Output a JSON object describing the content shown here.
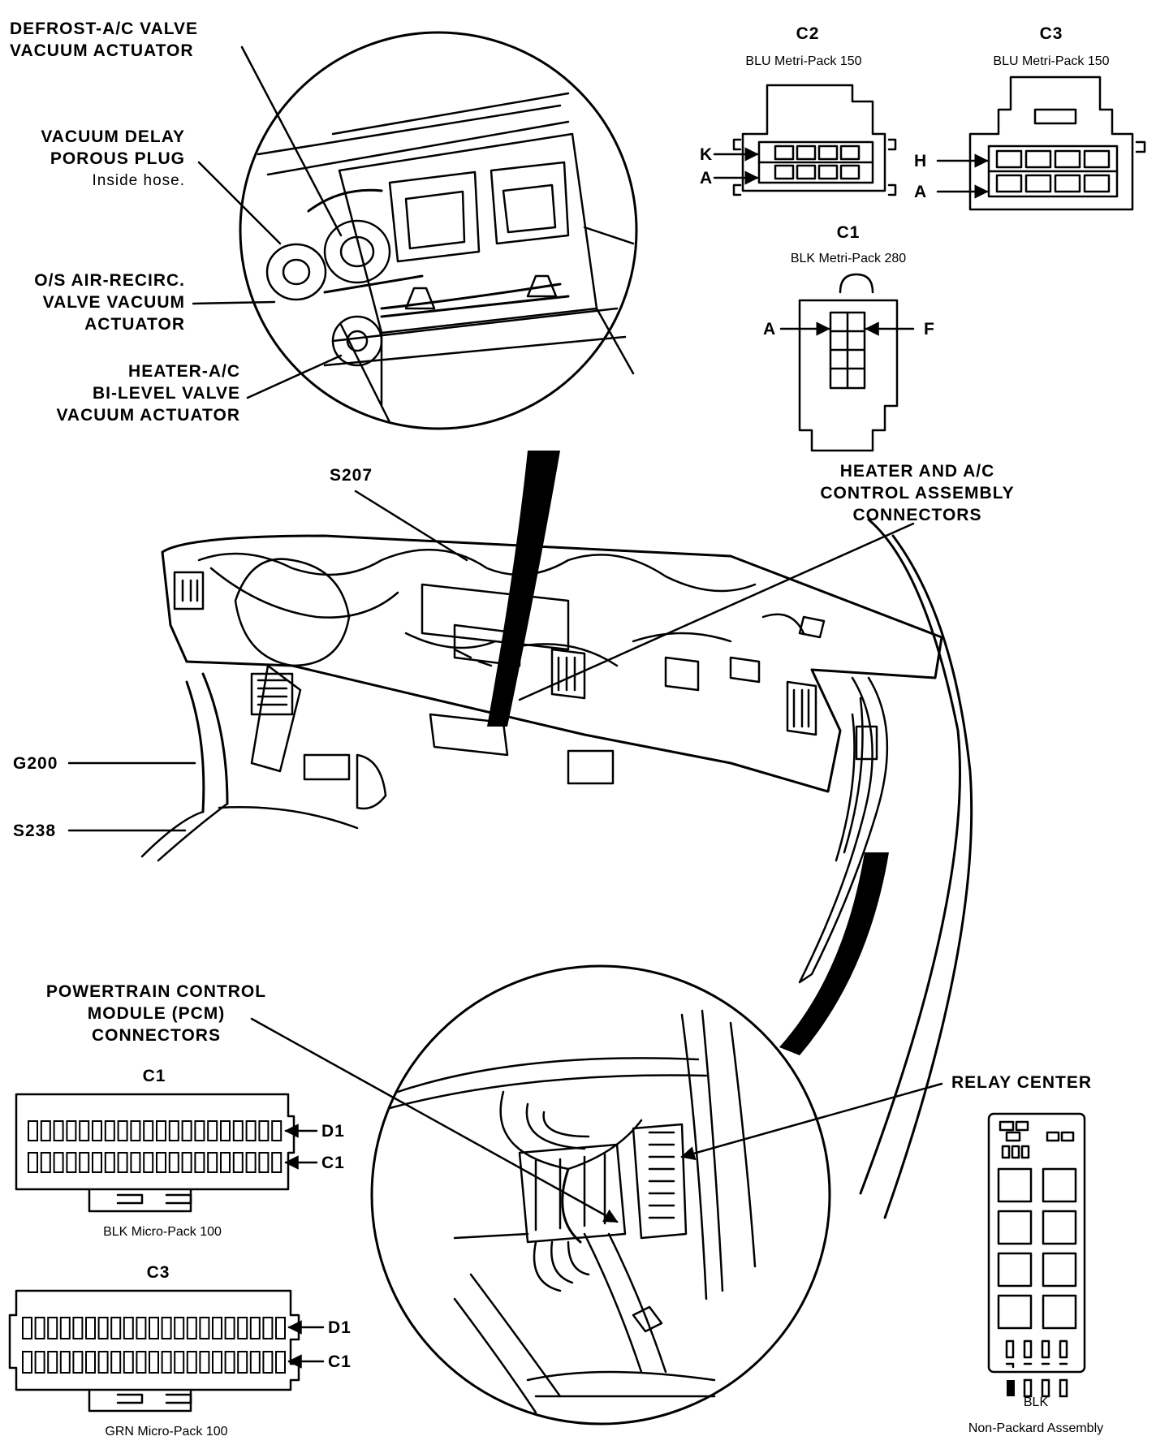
{
  "callouts": {
    "defrost": [
      "DEFROST-A/C VALVE",
      "VACUUM ACTUATOR"
    ],
    "vacuum_delay": [
      "VACUUM  DELAY",
      "POROUS PLUG"
    ],
    "vacuum_delay_note": "Inside hose.",
    "recirc": [
      "O/S AIR-RECIRC.",
      "VALVE  VACUUM",
      "ACTUATOR"
    ],
    "bilevel": [
      "HEATER-A/C",
      "BI-LEVEL VALVE",
      "VACUUM  ACTUATOR"
    ],
    "s207": "S207",
    "g200": "G200",
    "s238": "S238",
    "heater_ac_connectors": [
      "HEATER AND A/C",
      "CONTROL ASSEMBLY",
      "CONNECTORS"
    ],
    "pcm_connectors": [
      "POWERTRAIN CONTROL",
      "MODULE (PCM)",
      "CONNECTORS"
    ],
    "relay_center": "RELAY CENTER"
  },
  "connectors": {
    "hvac_c2": {
      "name": "C2",
      "desc": "BLU Metri-Pack 150",
      "pin_top": "K",
      "pin_bottom": "A"
    },
    "hvac_c3": {
      "name": "C3",
      "desc": "BLU Metri-Pack 150",
      "pin_top": "H",
      "pin_bottom": "A"
    },
    "hvac_c1": {
      "name": "C1",
      "desc": "BLK Metri-Pack 280",
      "pin_left": "A",
      "pin_right": "F"
    },
    "pcm_c1": {
      "name": "C1",
      "desc": "BLK Micro-Pack 100",
      "pin_top": "D1",
      "pin_bottom": "C1"
    },
    "pcm_c3": {
      "name": "C3",
      "desc": "GRN Micro-Pack 100",
      "pin_top": "D1",
      "pin_bottom": "C1"
    },
    "relay": {
      "color": "BLK",
      "desc": "Non-Packard Assembly"
    }
  }
}
